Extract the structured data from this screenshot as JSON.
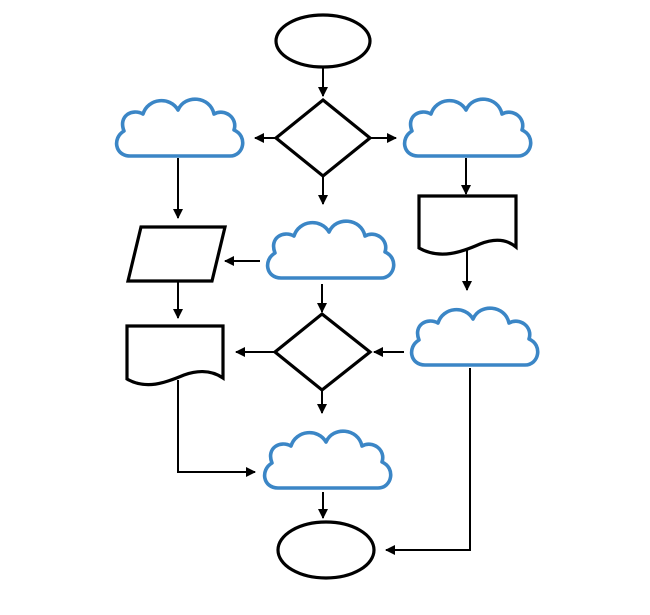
{
  "diagram": {
    "colors": {
      "background": "#ffffff",
      "outline": "#000000",
      "cloud": "#3b86c6"
    },
    "nodes": [
      {
        "id": "start-terminal",
        "shape": "ellipse",
        "label": ""
      },
      {
        "id": "decision-top",
        "shape": "diamond",
        "label": ""
      },
      {
        "id": "cloud-top-left",
        "shape": "cloud",
        "label": ""
      },
      {
        "id": "cloud-top-right",
        "shape": "cloud",
        "label": ""
      },
      {
        "id": "cloud-middle",
        "shape": "cloud",
        "label": ""
      },
      {
        "id": "data-parallelogram",
        "shape": "parallelogram",
        "label": ""
      },
      {
        "id": "document-right",
        "shape": "document",
        "label": ""
      },
      {
        "id": "document-left",
        "shape": "document",
        "label": ""
      },
      {
        "id": "decision-bottom",
        "shape": "diamond",
        "label": ""
      },
      {
        "id": "cloud-lower-right",
        "shape": "cloud",
        "label": ""
      },
      {
        "id": "cloud-bottom",
        "shape": "cloud",
        "label": ""
      },
      {
        "id": "end-terminal",
        "shape": "ellipse",
        "label": ""
      }
    ],
    "edges": [
      {
        "from": "start-terminal",
        "to": "decision-top"
      },
      {
        "from": "decision-top",
        "to": "cloud-top-left"
      },
      {
        "from": "decision-top",
        "to": "cloud-top-right"
      },
      {
        "from": "decision-top",
        "to": "cloud-middle"
      },
      {
        "from": "cloud-top-left",
        "to": "data-parallelogram"
      },
      {
        "from": "cloud-top-right",
        "to": "document-right"
      },
      {
        "from": "cloud-middle",
        "to": "data-parallelogram"
      },
      {
        "from": "cloud-middle",
        "to": "decision-bottom"
      },
      {
        "from": "document-right",
        "to": "cloud-lower-right"
      },
      {
        "from": "data-parallelogram",
        "to": "document-left"
      },
      {
        "from": "cloud-lower-right",
        "to": "decision-bottom"
      },
      {
        "from": "decision-bottom",
        "to": "document-left"
      },
      {
        "from": "decision-bottom",
        "to": "cloud-bottom"
      },
      {
        "from": "document-left",
        "to": "cloud-bottom"
      },
      {
        "from": "cloud-bottom",
        "to": "end-terminal"
      },
      {
        "from": "cloud-lower-right",
        "to": "end-terminal"
      }
    ]
  }
}
